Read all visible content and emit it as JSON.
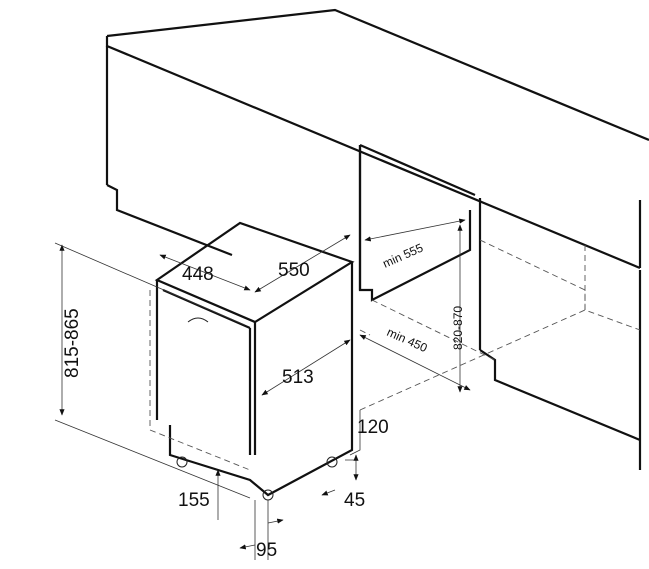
{
  "dimensions": {
    "depth": "448",
    "width_top": "550",
    "height_range": "815-865",
    "door_depth": "513",
    "plinth": "120",
    "foot_front": "155",
    "foot_side": "45",
    "foot_offset": "95",
    "niche_width": "min 555",
    "niche_depth": "min 450",
    "niche_height": "820-870"
  }
}
